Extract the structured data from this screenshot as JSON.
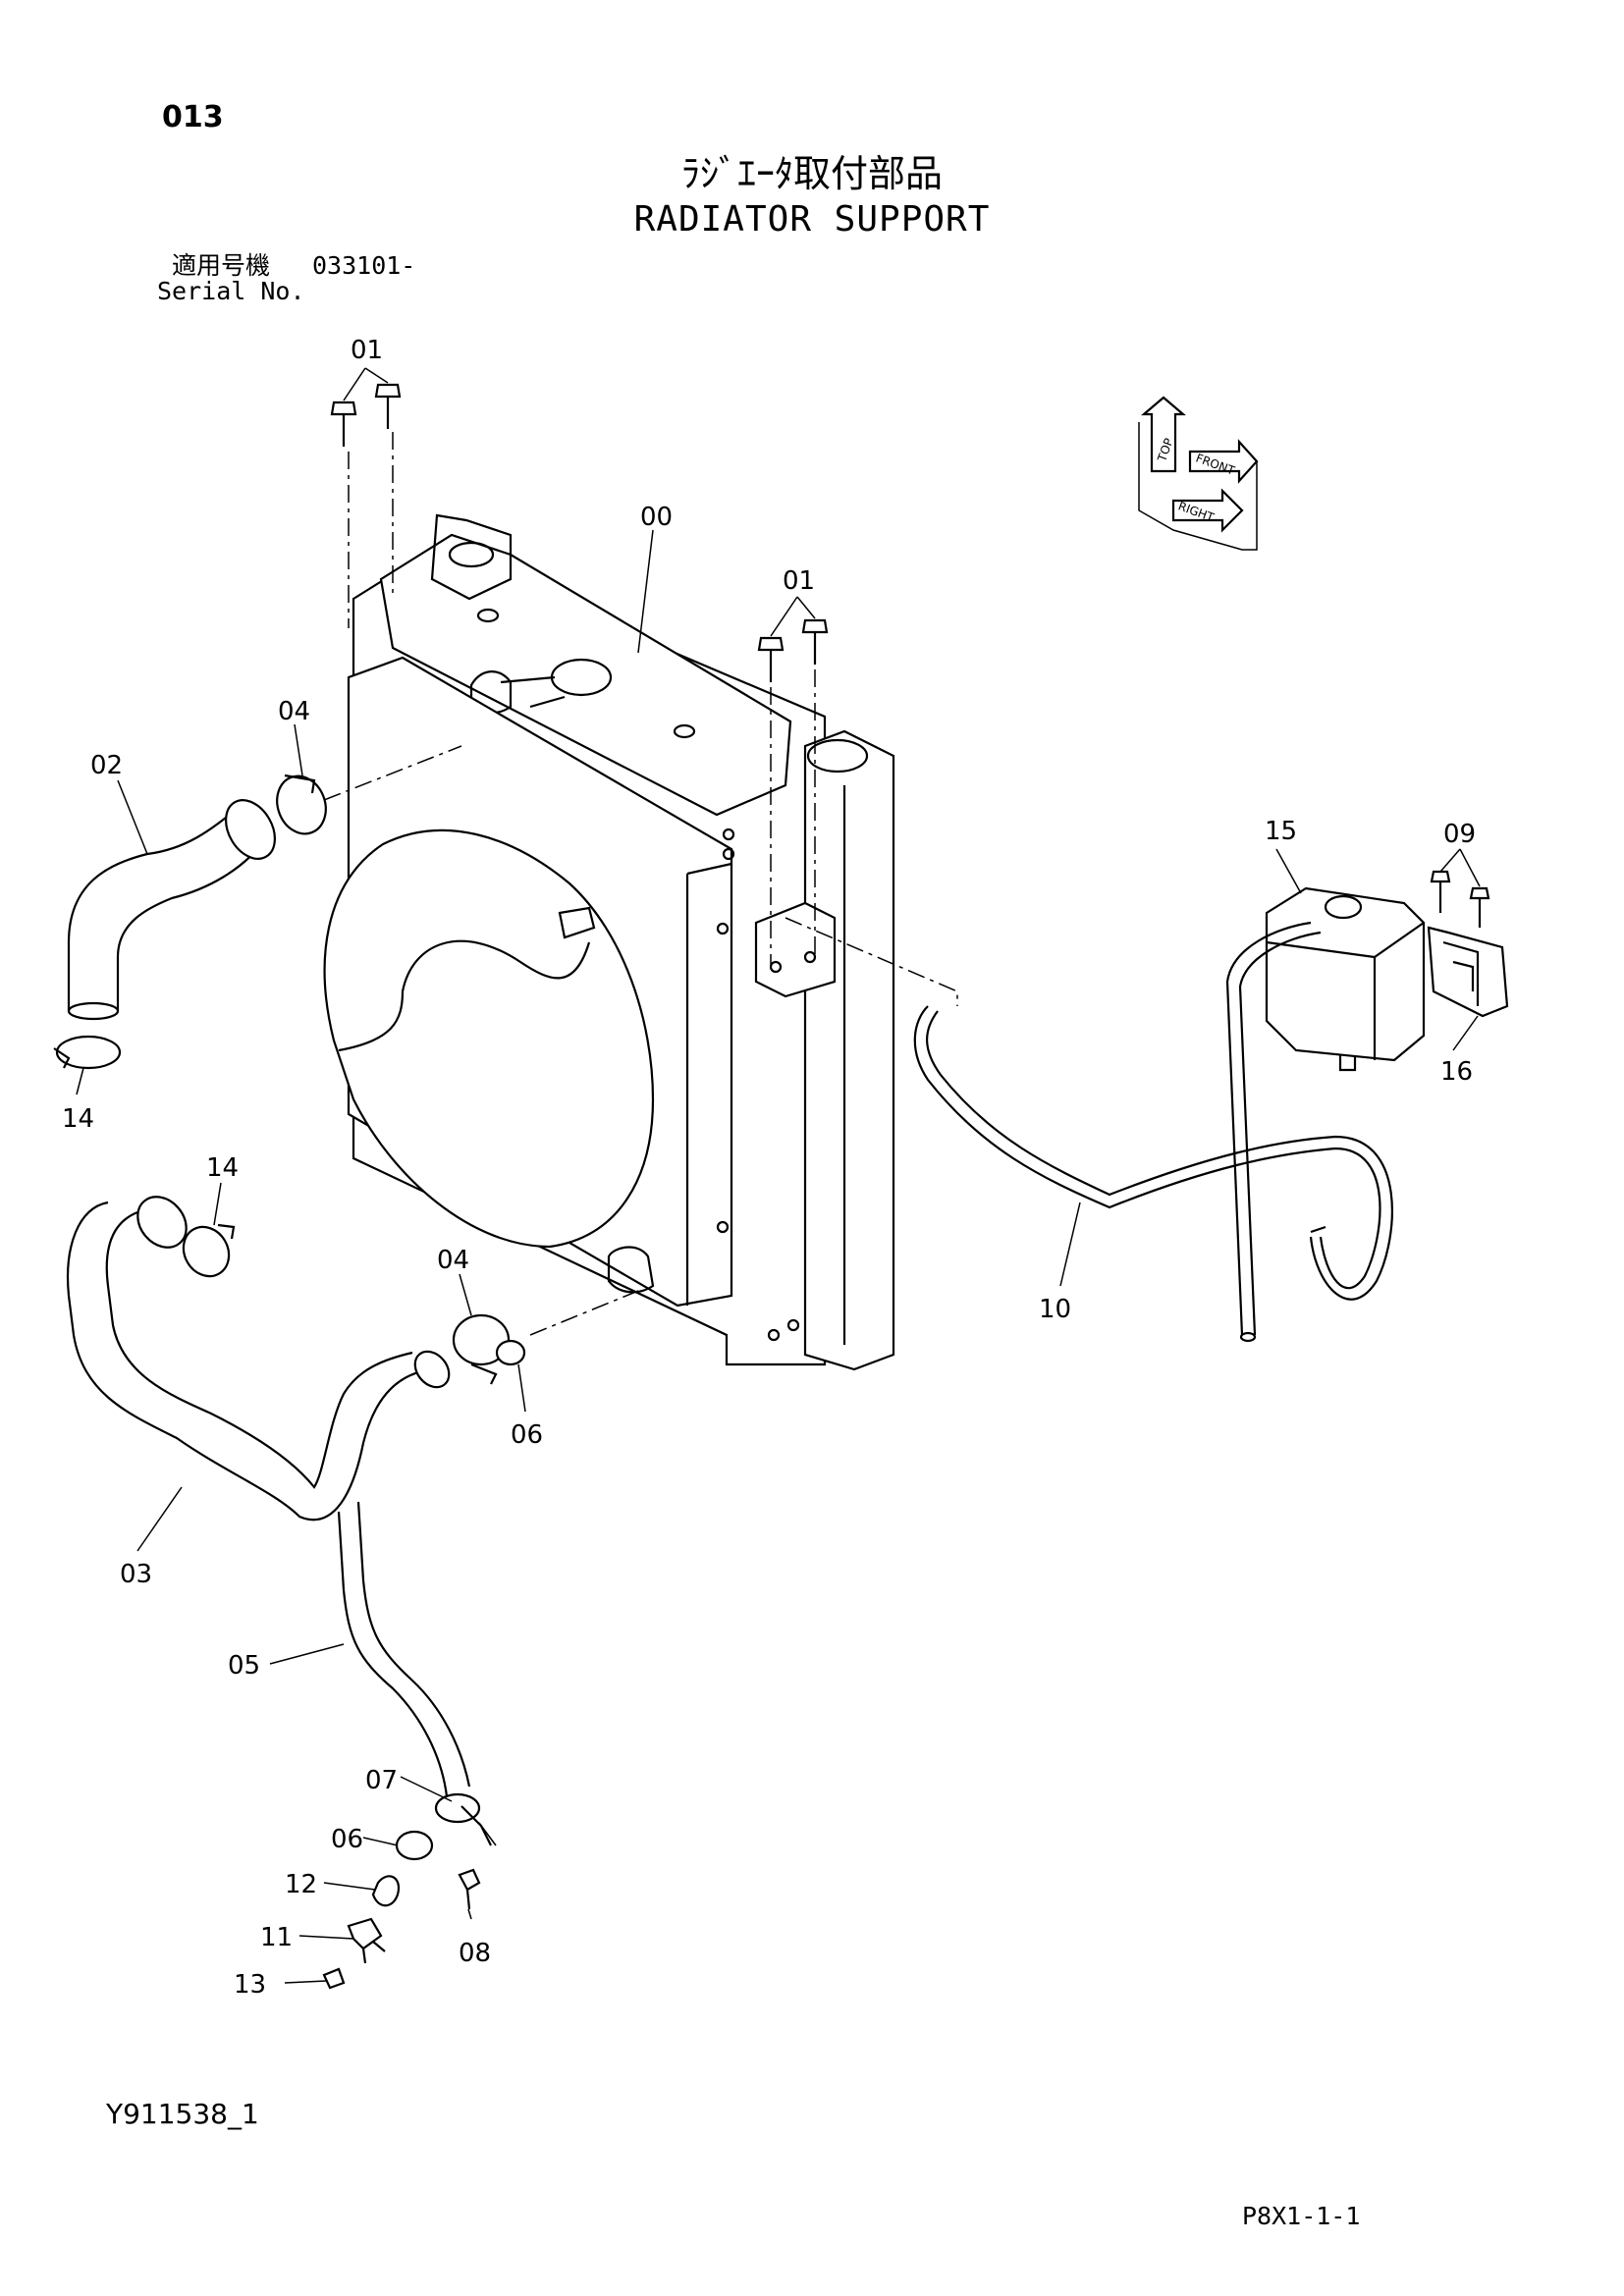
{
  "header": {
    "page_number": "013",
    "title_jp": "ﾗｼﾞｴｰﾀ取付部品",
    "title_en": "RADIATOR SUPPORT",
    "serial_label_jp": "適用号機",
    "serial_number": "033101-",
    "serial_label_en": "Serial No."
  },
  "orientation_marker": {
    "labels": [
      "TOP",
      "FRONT",
      "RIGHT"
    ]
  },
  "parts": {
    "p00": "00",
    "p01a": "01",
    "p01b": "01",
    "p02": "02",
    "p03": "03",
    "p04a": "04",
    "p04b": "04",
    "p05": "05",
    "p06a": "06",
    "p06b": "06",
    "p07": "07",
    "p08": "08",
    "p09": "09",
    "p10": "10",
    "p11": "11",
    "p12": "12",
    "p13": "13",
    "p14a": "14",
    "p14b": "14",
    "p15": "15",
    "p16": "16"
  },
  "footer": {
    "drawing_id": "Y911538_1",
    "page_code": "P8X1-1-1"
  }
}
